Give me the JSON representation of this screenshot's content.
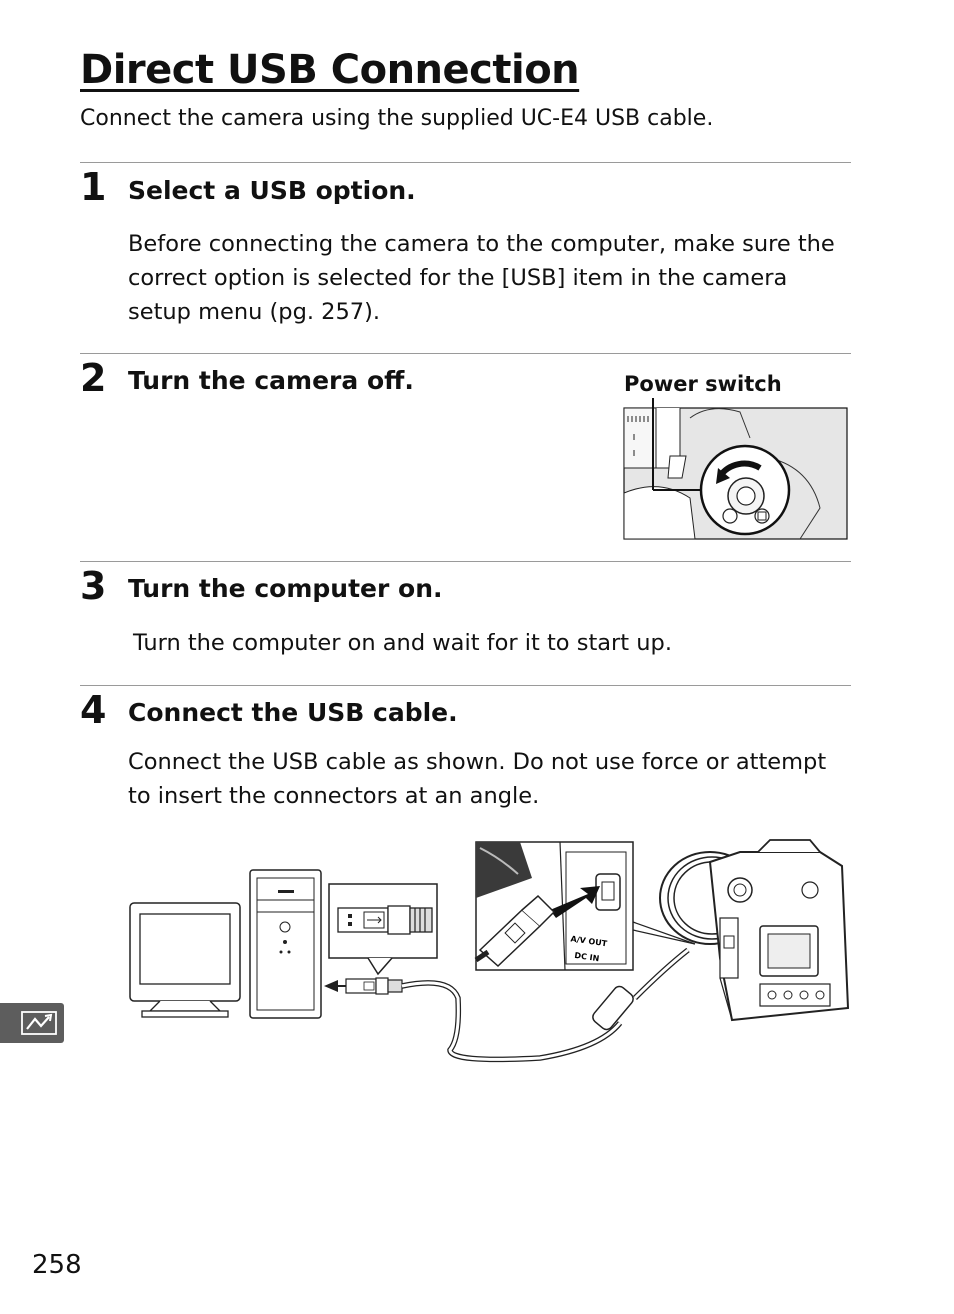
{
  "page": {
    "title": "Direct USB Connection",
    "subtitle": "Connect the camera using the supplied UC-E4 USB cable.",
    "page_number": "258"
  },
  "steps": [
    {
      "number": "1",
      "title": "Select a USB option.",
      "body": "Before connecting the camera to the computer, make sure the correct option is selected for the [USB] item in the camera setup menu (pg. 257)."
    },
    {
      "number": "2",
      "title": "Turn the camera off.",
      "caption": "Power switch"
    },
    {
      "number": "3",
      "title": "Turn the computer on.",
      "body": "Turn the computer on and wait for it to start up."
    },
    {
      "number": "4",
      "title": "Connect the USB cable.",
      "body": "Connect the USB cable as shown.  Do not use force or attempt to insert the connectors at an angle."
    }
  ],
  "camera_labels": {
    "av_out": "A/V OUT",
    "dc_in": "DC IN"
  },
  "icons": {
    "side_tab": "connection-icon",
    "usb": "usb-icon"
  },
  "colors": {
    "side_tab": "#5d5d5d",
    "rule": "#9a9a9a"
  }
}
